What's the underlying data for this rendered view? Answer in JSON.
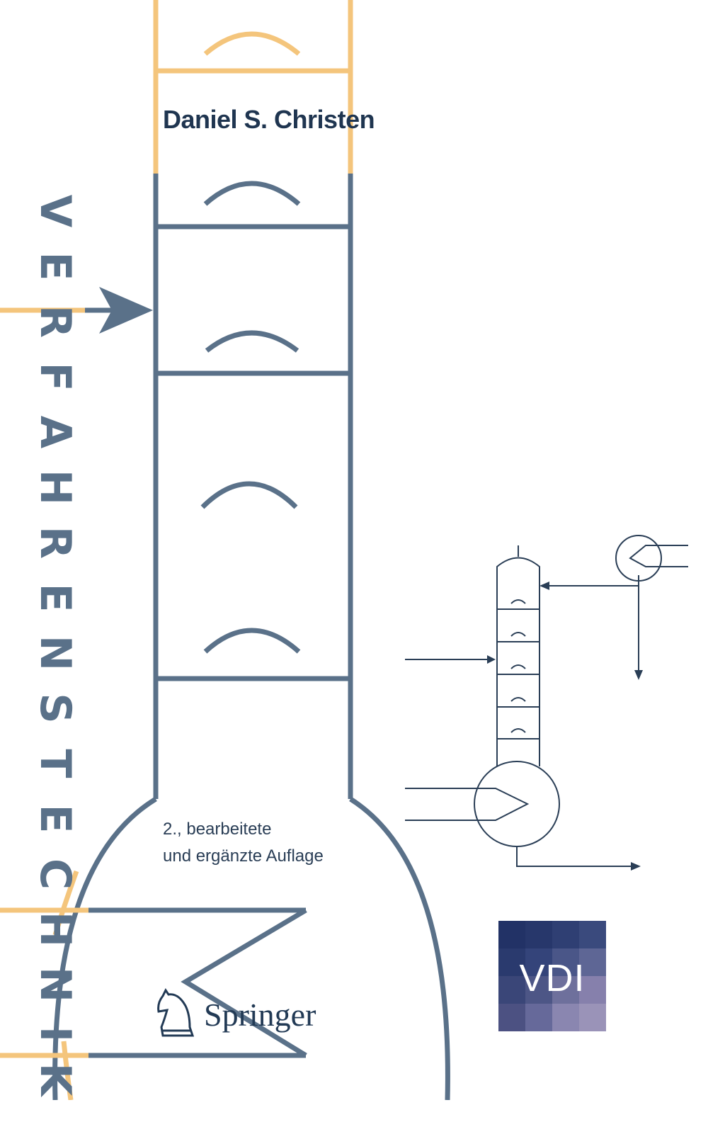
{
  "cover": {
    "series_letters": [
      "V",
      "E",
      "R",
      "F",
      "A",
      "H",
      "R",
      "E",
      "N",
      "S",
      "T",
      "E",
      "C",
      "H",
      "N",
      "I",
      "K"
    ],
    "author": "Daniel S. Christen",
    "edition_lines": [
      "2., bearbeitete",
      "und ergänzte Auflage"
    ],
    "publisher_name": "Springer",
    "vdi_logo_text": "VDI"
  },
  "colors": {
    "column_outline": "#5a7189",
    "accent_orange": "#f4c57c",
    "text_dark": "#1f3550",
    "schematic_line": "#2a3e56",
    "vdi_dark": "#2a3a6b",
    "vdi_light": "#9a93b8"
  },
  "icons": {
    "publisher_logo": "knight-chess-piece-icon",
    "feed_arrow": "arrow-right-icon"
  }
}
